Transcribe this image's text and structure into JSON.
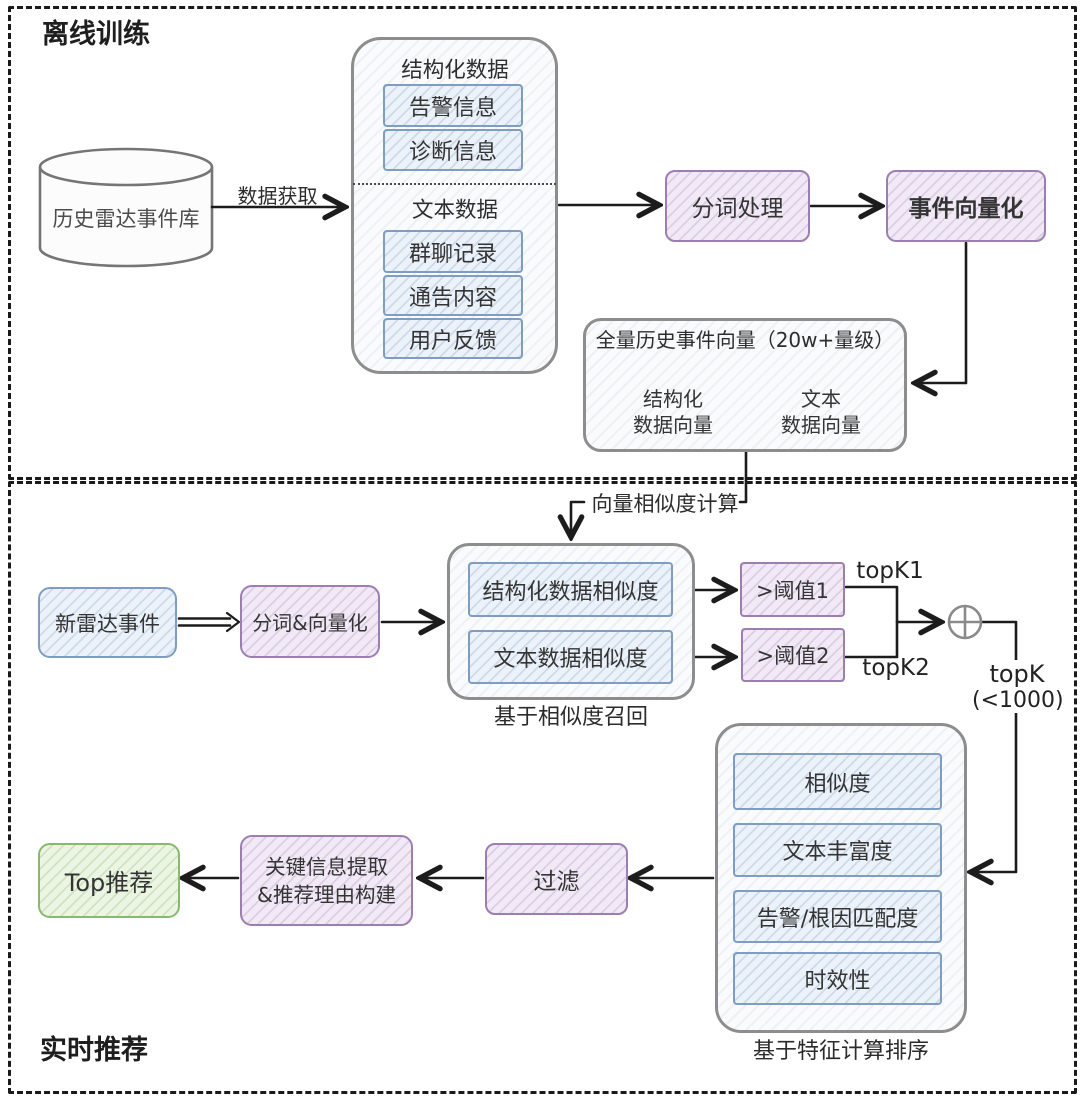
{
  "colors": {
    "blue_fill": "#ecf2f9",
    "blue_stroke": "#7f9dc1",
    "purple_fill": "#f1e9f5",
    "purple_stroke": "#9c7eb0",
    "green_fill": "#ecf5e4",
    "green_stroke": "#88b96e",
    "container_stroke": "#8d8d8d",
    "connector_line": "#1c1c1c"
  },
  "offline": {
    "section_label": "离线训练",
    "source_db_label": "历史雷达事件库",
    "fetch_arrow_label": "数据获取",
    "data_box": {
      "structured_title": "结构化数据",
      "structured_items": [
        "告警信息",
        "诊断信息"
      ],
      "text_title": "文本数据",
      "text_items": [
        "群聊记录",
        "通告内容",
        "用户反馈"
      ]
    },
    "segment_box": "分词处理",
    "vectorize_box": "事件向量化",
    "vector_store": {
      "title": "全量历史事件向量（20w+量级）",
      "cyl1_line1": "结构化",
      "cyl1_line2": "数据向量",
      "cyl2_line1": "文本",
      "cyl2_line2": "数据向量"
    }
  },
  "realtime": {
    "section_label": "实时推荐",
    "similarity_arrow_label": "向量相似度计算",
    "new_event_box": "新雷达事件",
    "segvec_box": "分词&向量化",
    "recall_box": {
      "items": [
        "结构化数据相似度",
        "文本数据相似度"
      ],
      "caption": "基于相似度召回"
    },
    "threshold1_box": ">阈值1",
    "threshold2_box": ">阈值2",
    "topk1_label": "topK1",
    "topk2_label": "topK2",
    "topk_label": "topK",
    "topk_limit_label": "(<1000)",
    "rank_box": {
      "items": [
        "相似度",
        "文本丰富度",
        "告警/根因匹配度",
        "时效性"
      ],
      "caption": "基于特征计算排序"
    },
    "filter_box": "过滤",
    "extract_box_line1": "关键信息提取",
    "extract_box_line2": "&推荐理由构建",
    "top_box": "Top推荐"
  }
}
